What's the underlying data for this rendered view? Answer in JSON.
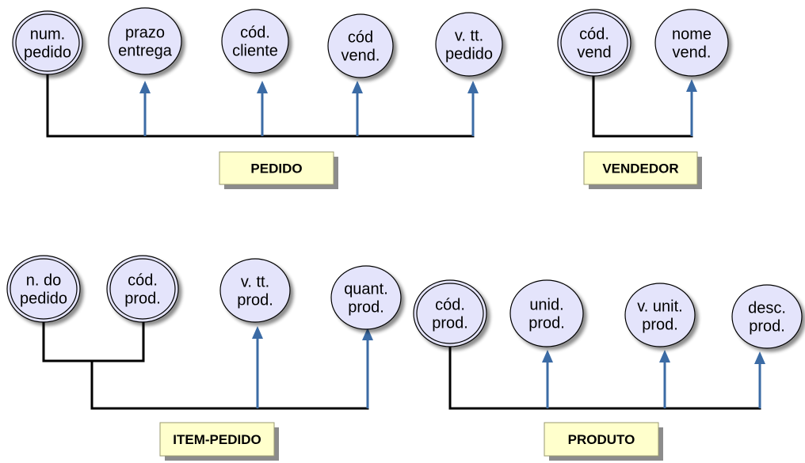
{
  "colors": {
    "attribute_fill": "#e4e4fb",
    "attribute_stroke": "#000000",
    "entity_fill": "#ffffcc",
    "entity_shadow": "#8c8c8c",
    "line": "#000000",
    "arrow": "#3b6ba5"
  },
  "entities": [
    {
      "id": "pedido",
      "label": "PEDIDO"
    },
    {
      "id": "vendedor",
      "label": "VENDEDOR"
    },
    {
      "id": "item-pedido",
      "label": "ITEM-PEDIDO"
    },
    {
      "id": "produto",
      "label": "PRODUTO"
    }
  ],
  "attributes": [
    {
      "id": "pedido-num-pedido",
      "entity": "pedido",
      "key": true,
      "lines": [
        "num.",
        "pedido"
      ]
    },
    {
      "id": "pedido-prazo-entrega",
      "entity": "pedido",
      "key": false,
      "lines": [
        "prazo",
        "entrega"
      ]
    },
    {
      "id": "pedido-cod-cliente",
      "entity": "pedido",
      "key": false,
      "lines": [
        "cód.",
        "cliente"
      ]
    },
    {
      "id": "pedido-cod-vend",
      "entity": "pedido",
      "key": false,
      "lines": [
        "cód",
        "vend."
      ]
    },
    {
      "id": "pedido-v-tt-pedido",
      "entity": "pedido",
      "key": false,
      "lines": [
        "v. tt.",
        "pedido"
      ]
    },
    {
      "id": "vendedor-cod-vend",
      "entity": "vendedor",
      "key": true,
      "lines": [
        "cód.",
        "vend"
      ]
    },
    {
      "id": "vendedor-nome-vend",
      "entity": "vendedor",
      "key": false,
      "lines": [
        "nome",
        "vend."
      ]
    },
    {
      "id": "item-n-do-pedido",
      "entity": "item-pedido",
      "key": true,
      "lines": [
        "n. do",
        "pedido"
      ]
    },
    {
      "id": "item-cod-prod",
      "entity": "item-pedido",
      "key": true,
      "lines": [
        "cód.",
        "prod."
      ]
    },
    {
      "id": "item-v-tt-prod",
      "entity": "item-pedido",
      "key": false,
      "lines": [
        "v. tt.",
        "prod."
      ]
    },
    {
      "id": "item-quant-prod",
      "entity": "item-pedido",
      "key": false,
      "lines": [
        "quant.",
        "prod."
      ]
    },
    {
      "id": "produto-cod-prod",
      "entity": "produto",
      "key": true,
      "lines": [
        "cód.",
        "prod."
      ]
    },
    {
      "id": "produto-unid-prod",
      "entity": "produto",
      "key": false,
      "lines": [
        "unid.",
        "prod."
      ]
    },
    {
      "id": "produto-v-unit-prod",
      "entity": "produto",
      "key": false,
      "lines": [
        "v. unit.",
        "prod."
      ]
    },
    {
      "id": "produto-desc-prod",
      "entity": "produto",
      "key": false,
      "lines": [
        "desc.",
        "prod."
      ]
    }
  ]
}
